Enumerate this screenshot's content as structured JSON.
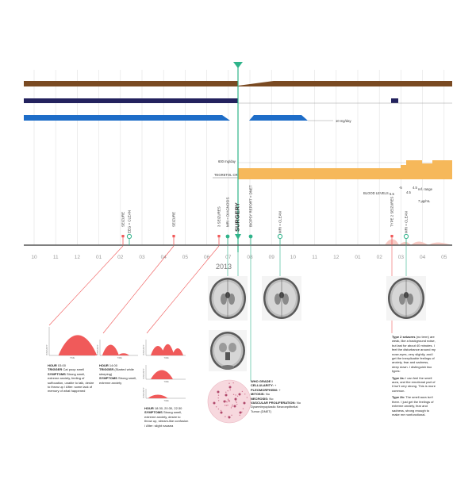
{
  "colors": {
    "brown": "#7a4a22",
    "navy": "#23225e",
    "blue": "#1e6dc8",
    "orange": "#f6b85a",
    "green": "#2fb38a",
    "red": "#f05a5a",
    "grid": "#e2e2e2",
    "axis": "#555555"
  },
  "dose_labels": {
    "blue_dose": "10 mg/day",
    "orange_dose": "600 mg/day",
    "orange_med": "TEGRETOL CR"
  },
  "blood": {
    "title": "BLOOD LEVELS",
    "left_a": "5.5",
    "left_b": "-5",
    "mid_a": "4.5",
    "mid_b": "4.5",
    "ref": "ref. range",
    "unit": "7 µg/mL"
  },
  "events": [
    {
      "label": "SEIZURE"
    },
    {
      "label": "EEG = CLEAN"
    },
    {
      "label": "SEIZURE"
    },
    {
      "label": "3 SEIZURES"
    },
    {
      "label": "MRI = DIAGNOSIS"
    },
    {
      "label": "SURGERY"
    },
    {
      "label": "BIOPSY REPORT = DNET"
    },
    {
      "label": "MRI = CLEAN"
    },
    {
      "label": "TYPE 2 SEIZURES"
    },
    {
      "label": "MRI = CLEAN"
    }
  ],
  "axis": {
    "months": [
      "10",
      "11",
      "12",
      "01",
      "02",
      "03",
      "04",
      "05",
      "06",
      "07",
      "08",
      "09",
      "10",
      "11",
      "12",
      "01",
      "02",
      "03",
      "04",
      "05"
    ],
    "year": "2013"
  },
  "chart_labels": {
    "intensity": "INTENSITY",
    "time": "TIME"
  },
  "notes": {
    "n1": {
      "hour_k": "HOUR",
      "hour_v": "03:00",
      "trigger_k": "TRIGGER",
      "trigger_v": "Cat poop smell",
      "symptoms_k": "SYMPTOMS",
      "symptoms_v": "Strong smell, extreme anxiety, feeling of suffocation, unable to talk, desire to throw up / After: some lack of memory of what happened"
    },
    "n2": {
      "hour_k": "HOUR",
      "hour_v": "14:00",
      "trigger_k": "TRIGGER",
      "trigger_v": "(Started while sleeping)",
      "symptoms_k": "SYMPTOMS",
      "symptoms_v": "Strong smell, extreme anxiety"
    },
    "n3": {
      "hour_k": "HOUR",
      "hour_v": "18:30, 20:30, 22:30",
      "symptoms_k": "SYMPTOMS",
      "symptoms_v": "Strong smell, extreme anxiety, desire to throw up, stream-like confusion / After: slight nausea"
    },
    "biopsy": {
      "who_k": "WHO GRADE I",
      "cell_k": "CELLULARITY:",
      "cell_v": "+",
      "pleo_k": "PLEOMORPHISM:",
      "pleo_v": "+",
      "mito_k": "MITOSIS:",
      "mito_v": "No",
      "necr_k": "NECROSIS:",
      "necr_v": "No",
      "vasc_k": "VASCULAR PROLIFERATION:",
      "vasc_v": "No",
      "diag": "Dysembryoplastic Neuroepithelial Tumor (DNET)"
    },
    "type2": {
      "k1": "Type 2 seizures",
      "v1": "(no term) are weak, like a background noise, but last for about 40 minutes. I feel the disturbance around my nose-eyes, very slightly, and I get the inexplicable feelings of anxiety, fear and sadness, deep down. I distinguish two types:",
      "k2": "Type 2a:",
      "v2": "I can feel the smell aura, and the emotional part of it isn't very strong. This is more common.",
      "k3": "Type 2b:",
      "v3": "The smell aura isn't there. I just get the feelings of extreme anxiety, fear and sadness, strong enough to make me nonfunctional."
    }
  }
}
